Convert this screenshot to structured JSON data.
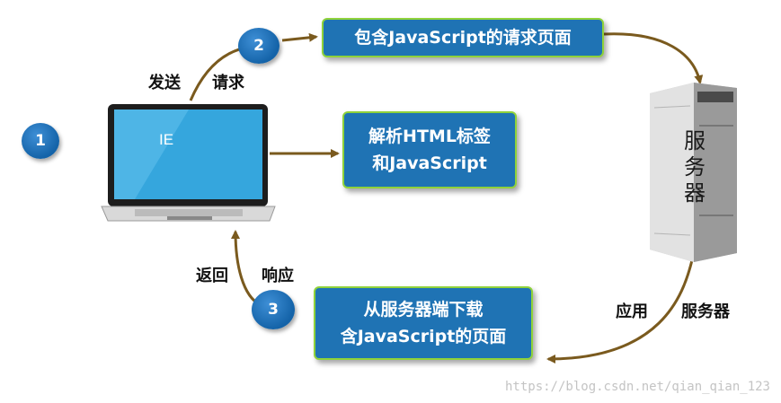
{
  "steps": {
    "step1": "1",
    "step2": "2",
    "step3": "3"
  },
  "boxes": {
    "request_page": "包含JavaScript的请求页面",
    "parse_line1": "解析HTML标签",
    "parse_line2": "和JavaScript",
    "download_line1": "从服务器端下载",
    "download_line2": "含JavaScript的页面"
  },
  "labels": {
    "send_request_1": "发送",
    "send_request_2": "请求",
    "return_response_1": "返回",
    "return_response_2": "响应",
    "app_server_1": "应用",
    "app_server_2": "服务器"
  },
  "laptop": {
    "screen_label": "IE"
  },
  "server": {
    "label": "服务器"
  },
  "watermark": "https://blog.csdn.net/qian_qian_123",
  "colors": {
    "box_fill": "#1F73B4",
    "box_border": "#8FD23A",
    "circle_fill": "#1463A8",
    "arrow": "#7A5A1E"
  }
}
